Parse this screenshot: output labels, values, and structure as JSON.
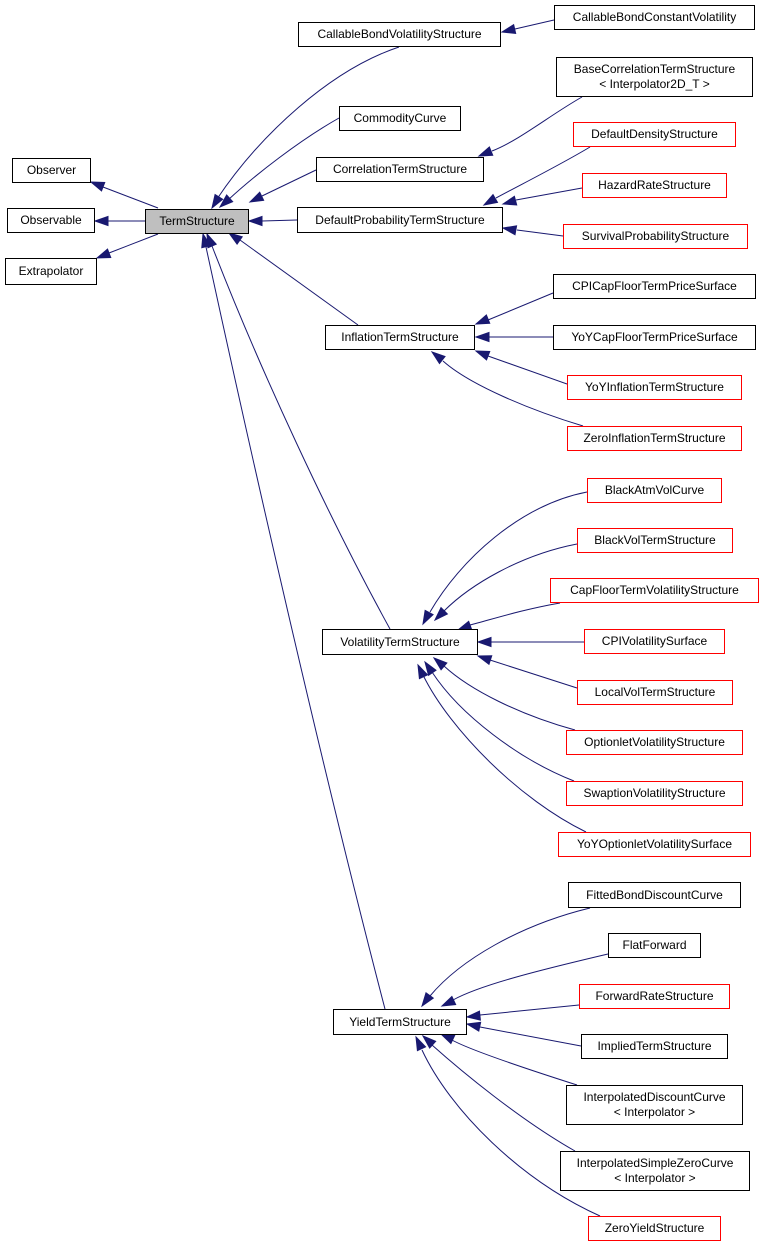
{
  "diagram": {
    "nodes": {
      "term_structure": "TermStructure",
      "observer": "Observer",
      "observable": "Observable",
      "extrapolator": "Extrapolator",
      "callable_bond_volatility_structure": "CallableBondVolatilityStructure",
      "callable_bond_constant_volatility": "CallableBondConstantVolatility",
      "base_correlation_term_structure": [
        "BaseCorrelationTermStructure",
        "< Interpolator2D_T >"
      ],
      "commodity_curve": "CommodityCurve",
      "correlation_term_structure": "CorrelationTermStructure",
      "default_density_structure": "DefaultDensityStructure",
      "hazard_rate_structure": "HazardRateStructure",
      "default_probability_term_structure": "DefaultProbabilityTermStructure",
      "survival_probability_structure": "SurvivalProbabilityStructure",
      "cpi_cap_floor_term_price_surface": "CPICapFloorTermPriceSurface",
      "inflation_term_structure": "InflationTermStructure",
      "yoy_cap_floor_term_price_surface": "YoYCapFloorTermPriceSurface",
      "yoy_inflation_term_structure": "YoYInflationTermStructure",
      "zero_inflation_term_structure": "ZeroInflationTermStructure",
      "black_atm_vol_curve": "BlackAtmVolCurve",
      "black_vol_term_structure": "BlackVolTermStructure",
      "cap_floor_term_volatility_structure": "CapFloorTermVolatilityStructure",
      "volatility_term_structure": "VolatilityTermStructure",
      "cpi_volatility_surface": "CPIVolatilitySurface",
      "local_vol_term_structure": "LocalVolTermStructure",
      "optionlet_volatility_structure": "OptionletVolatilityStructure",
      "swaption_volatility_structure": "SwaptionVolatilityStructure",
      "yoy_optionlet_volatility_surface": "YoYOptionletVolatilitySurface",
      "fitted_bond_discount_curve": "FittedBondDiscountCurve",
      "flat_forward": "FlatForward",
      "forward_rate_structure": "ForwardRateStructure",
      "yield_term_structure": "YieldTermStructure",
      "implied_term_structure": "ImpliedTermStructure",
      "interpolated_discount_curve": [
        "InterpolatedDiscountCurve",
        "< Interpolator >"
      ],
      "interpolated_simple_zero_curve": [
        "InterpolatedSimpleZeroCurve",
        "< Interpolator >"
      ],
      "zero_yield_structure": "ZeroYieldStructure"
    },
    "colors": {
      "edge": "#191970",
      "documented_border": "#000000",
      "undocumented_border": "#ff0000",
      "current_fill": "#bfbfbf"
    }
  }
}
